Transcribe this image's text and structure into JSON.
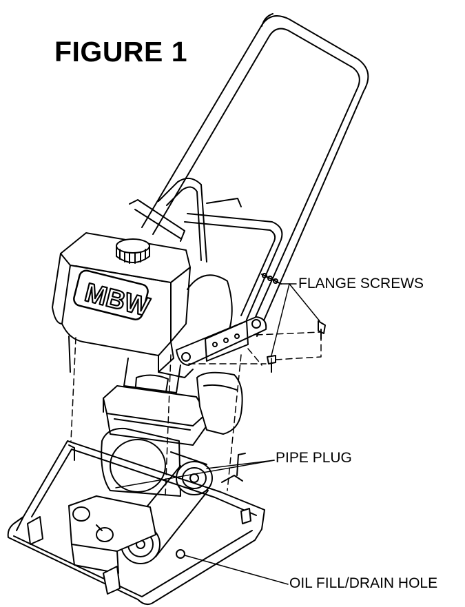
{
  "figure": {
    "title": "FIGURE 1"
  },
  "machine": {
    "brand_logo": "MBW"
  },
  "callouts": {
    "flange_screws": "FLANGE SCREWS",
    "pipe_plug": "PIPE PLUG",
    "oil_fill": "OIL FILL/DRAIN HOLE"
  }
}
